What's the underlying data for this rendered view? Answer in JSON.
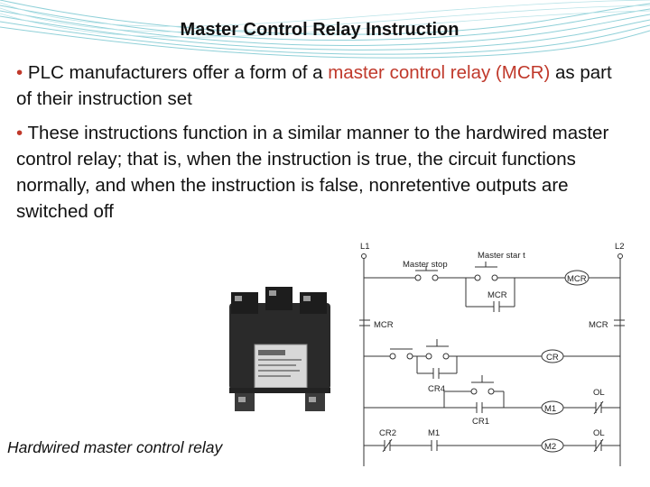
{
  "slide": {
    "title": "Master Control Relay Instruction",
    "bullet1": {
      "bullet": "•",
      "text_before": "PLC manufacturers offer a form of a",
      "highlight": "master control relay (MCR)",
      "text_after": "as part of their instruction set"
    },
    "bullet2": {
      "bullet": "•",
      "text": "These instructions function in a similar manner to the hardwired master control relay; that is, when the instruction is true, the circuit functions normally, and when the instruction is false, nonretentive outputs are switched off"
    },
    "photo_caption": "Hardwired master control relay"
  },
  "diagram": {
    "l1": "L1",
    "l2": "L2",
    "master_start": "Master star t",
    "master_stop": "Master stop",
    "mcr_coil": "MCR",
    "mcr_seal": "MCR",
    "mcr_left": "MCR",
    "mcr_right": "MCR",
    "cr_coil": "CR",
    "cr4": "CR4",
    "m1_coil": "M1",
    "ol1": "OL",
    "cr1": "CR1",
    "cr2": "CR2",
    "m1_contact": "M1",
    "m2_coil": "M2",
    "ol2": "OL"
  },
  "colors": {
    "accent_red": "#c0392b",
    "swoosh_teal": "#7fc6cf"
  }
}
